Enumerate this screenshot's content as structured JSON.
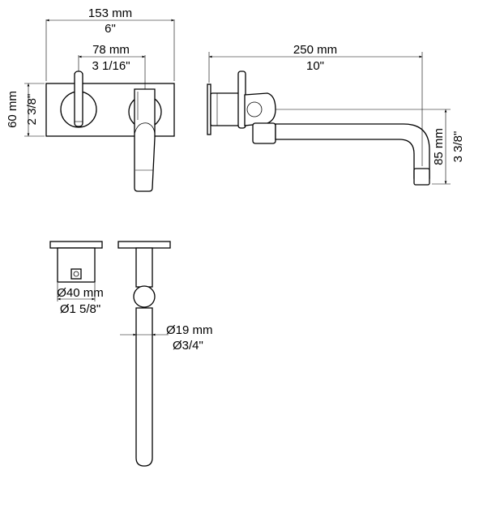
{
  "dimensions": {
    "front_width_mm": "153 mm",
    "front_width_in": "6\"",
    "handle_center_mm": "78 mm",
    "handle_center_in": "3 1/16\"",
    "plate_height_mm": "60 mm",
    "plate_height_in": "2 3/8\"",
    "spout_length_mm": "250 mm",
    "spout_length_in": "10\"",
    "spout_height_mm": "85 mm",
    "spout_height_in": "3 3/8\"",
    "body_diameter_mm": "Ø40 mm",
    "body_diameter_in": "Ø1 5/8\"",
    "spout_diameter_mm": "Ø19 mm",
    "spout_diameter_in": "Ø3/4\""
  }
}
